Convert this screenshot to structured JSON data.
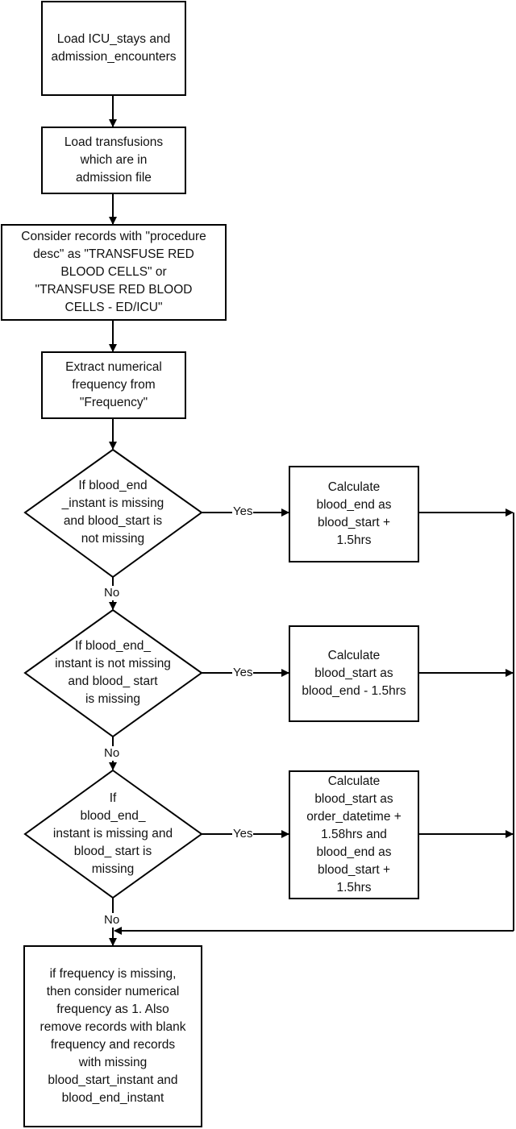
{
  "nodes": {
    "load_icu": "Load ICU_stays and\nadmission_encounters",
    "load_transfusions": "Load transfusions\nwhich are in\nadmission file",
    "consider_records": "Consider records with \"procedure\ndesc\" as \"TRANSFUSE RED\nBLOOD CELLS\" or\n\"TRANSFUSE RED BLOOD\nCELLS - ED/ICU\"",
    "extract_frequency": "Extract numerical\nfrequency from\n\"Frequency\"",
    "decision_1": "If blood_end\n_instant is missing\nand blood_start is\nnot missing",
    "calc_1": "Calculate\nblood_end as\nblood_start +\n1.5hrs",
    "decision_2": "If blood_end_\ninstant is not missing\nand blood_ start\nis missing",
    "calc_2": "Calculate\nblood_start as\nblood_end - 1.5hrs",
    "decision_3": "If\nblood_end_\ninstant is missing and\nblood_ start is\nmissing",
    "calc_3": "Calculate\nblood_start as\norder_datetime +\n1.58hrs and\nblood_end as\nblood_start +\n1.5hrs",
    "final": "if frequency is missing,\nthen consider numerical\nfrequency as 1. Also\nremove records with blank\nfrequency and records\nwith missing\nblood_start_instant and\nblood_end_instant"
  },
  "edge_labels": {
    "yes_1": "Yes",
    "yes_2": "Yes",
    "yes_3": "Yes",
    "no_1": "No",
    "no_2": "No",
    "no_3": "No"
  }
}
